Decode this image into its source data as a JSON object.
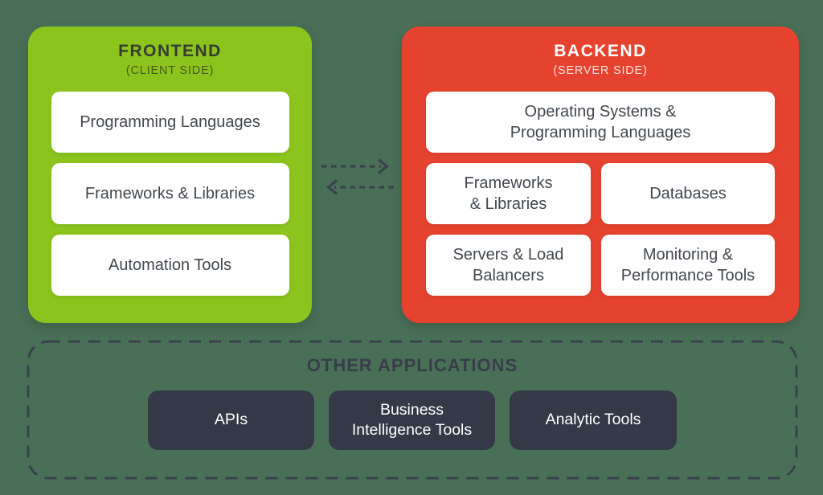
{
  "colors": {
    "background": "#4A6F57",
    "frontend_green": "#8CC41D",
    "backend_red": "#E5432F",
    "card_white": "#FFFFFF",
    "dark_navy": "#343948",
    "line_dark": "#3A414C"
  },
  "frontend": {
    "title": "FRONTEND",
    "subtitle": "(CLIENT SIDE)",
    "items": [
      "Programming Languages",
      "Frameworks & Libraries",
      "Automation Tools"
    ]
  },
  "backend": {
    "title": "BACKEND",
    "subtitle": "(SERVER SIDE)",
    "items": [
      "Operating Systems &\nProgramming Languages",
      "Frameworks\n& Libraries",
      "Databases",
      "Servers & Load\nBalancers",
      "Monitoring &\nPerformance Tools"
    ]
  },
  "other_applications": {
    "title": "OTHER APPLICATIONS",
    "items": [
      "APIs",
      "Business\nIntelligence Tools",
      "Analytic Tools"
    ]
  }
}
